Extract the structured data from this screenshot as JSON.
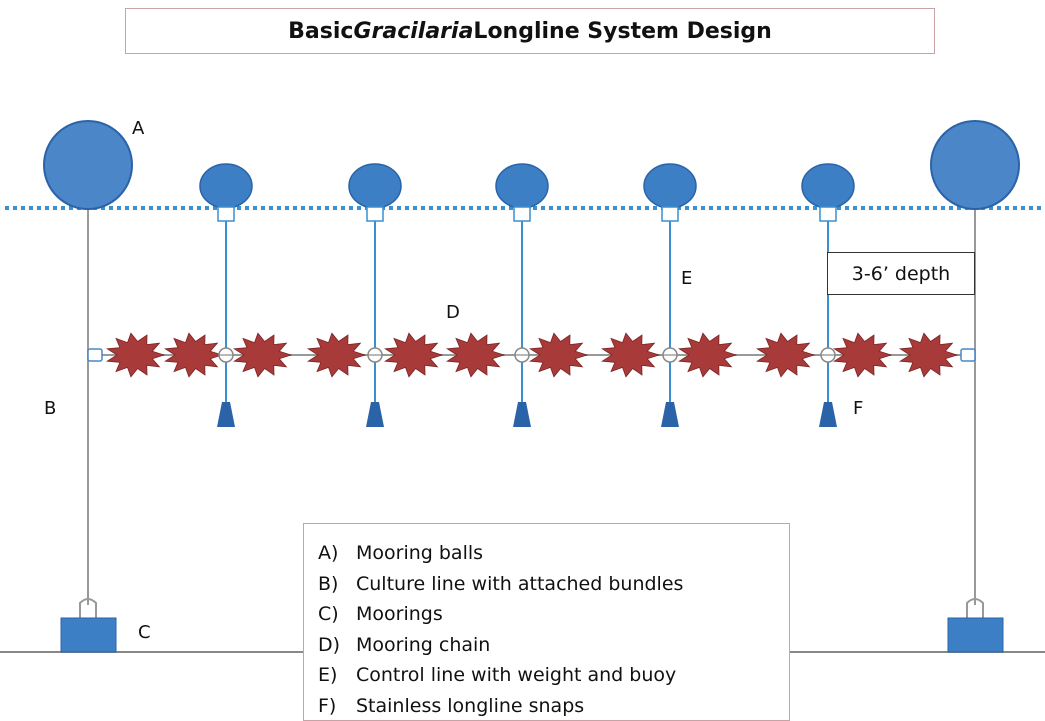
{
  "title": {
    "prefix": "Basic ",
    "italic": "Gracilaria",
    "suffix": " Longline System Design"
  },
  "labels": {
    "a": "A",
    "b": "B",
    "c": "C",
    "d": "D",
    "e": "E",
    "f": "F"
  },
  "depth_label": "3-6’ depth",
  "legend": [
    {
      "key": "A)",
      "text": "Mooring balls"
    },
    {
      "key": "B)",
      "text": "Culture line with attached bundles"
    },
    {
      "key": "C)",
      "text": "Moorings"
    },
    {
      "key": "D)",
      "text": "Mooring chain"
    },
    {
      "key": "E)",
      "text": "Control line with weight and buoy"
    },
    {
      "key": "F)",
      "text": "Stainless longline snaps"
    }
  ],
  "colors": {
    "buoy": "#3d7fc4",
    "buoy_dark": "#2a63a8",
    "water": "#3a8fd1",
    "weed": "#a83a3a",
    "line": "#9a9a9a"
  }
}
